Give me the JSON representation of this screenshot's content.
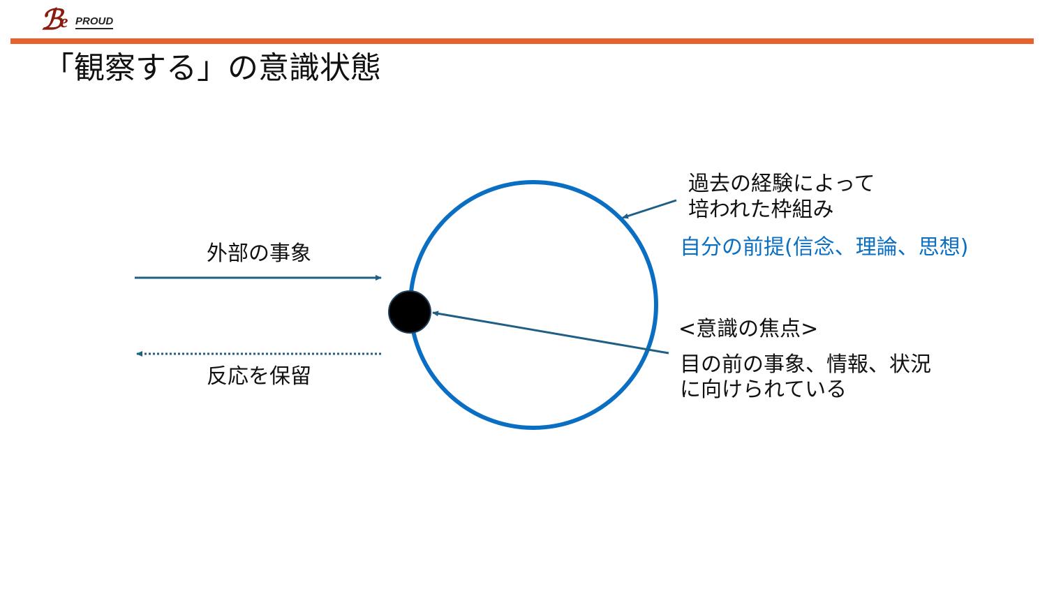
{
  "header": {
    "logo_text": "PROUD",
    "logo_letter": "Be",
    "bar_color": "#e8602c"
  },
  "page": {
    "title": "「観察する」の意識状態"
  },
  "diagram": {
    "external_event_label": "外部の事象",
    "suspend_reaction_label": "反応を保留",
    "framework_label_line1": "過去の経験によって",
    "framework_label_line2": "培われた枠組み",
    "assumptions_label": "自分の前提(信念、理論、思想)",
    "focus_heading": "<意識の焦点>",
    "focus_line1": "目の前の事象、情報、状況",
    "focus_line2": "に向けられている",
    "colors": {
      "circle": "#0a6fc2",
      "arrow": "#1f5f86",
      "assumptions_text": "#0a6fc2",
      "dot": "#000000"
    }
  }
}
